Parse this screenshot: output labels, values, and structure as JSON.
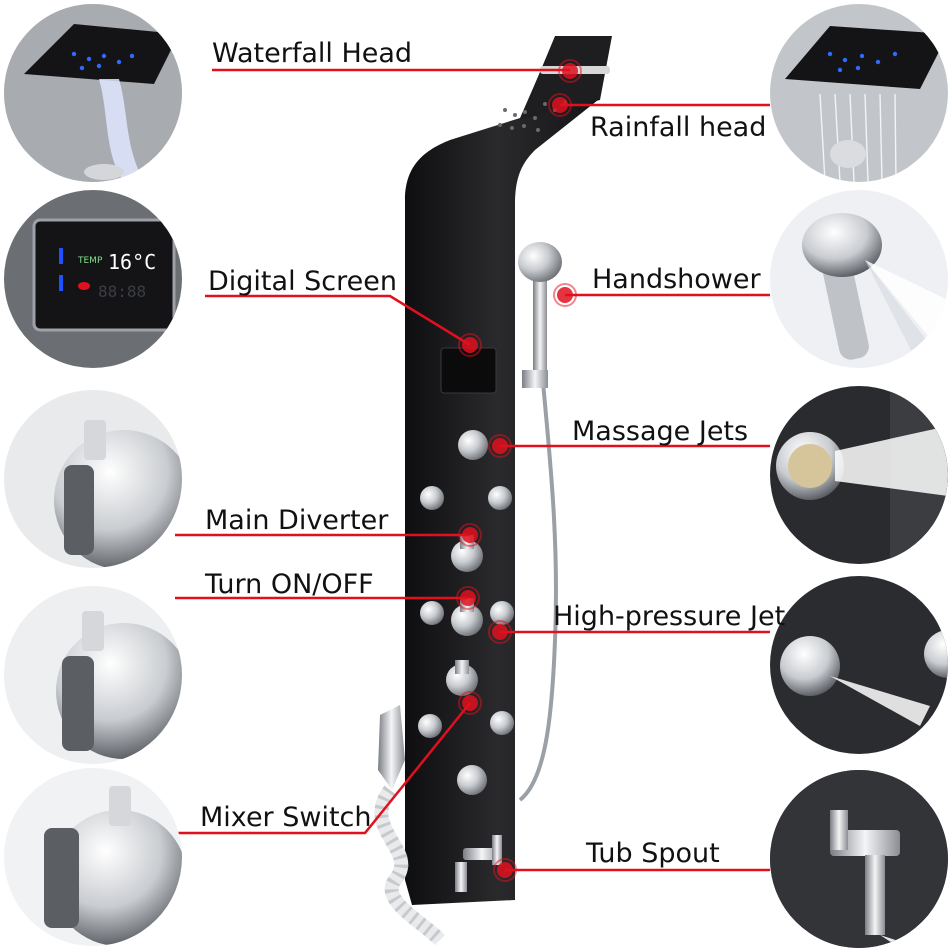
{
  "labels": {
    "waterfall_head": "Waterfall Head",
    "rainfall_head": "Rainfall head",
    "digital_screen": "Digital Screen",
    "handshower": "Handshower",
    "massage_jets": "Massage Jets",
    "main_diverter": "Main Diverter",
    "turn_on_off": "Turn ON/OFF",
    "high_pressure_jet": "High-pressure Jet",
    "mixer_switch": "Mixer Switch",
    "tub_spout": "Tub Spout"
  },
  "screen": {
    "temp_label": "TEMP",
    "temp_value": "16°C",
    "time_value": "88:88"
  },
  "colors": {
    "accent_red": "#e0101e",
    "panel_black": "#1b1b1d",
    "chrome": "#c9ccd0",
    "background": "#ffffff"
  },
  "thumbnails": [
    "waterfall-head-closeup",
    "digital-screen-closeup",
    "main-diverter-knob-closeup",
    "on-off-knob-closeup",
    "mixer-switch-knob-closeup",
    "rainfall-head-closeup",
    "handshower-closeup",
    "massage-jet-closeup",
    "high-pressure-jet-closeup",
    "tub-spout-closeup"
  ]
}
